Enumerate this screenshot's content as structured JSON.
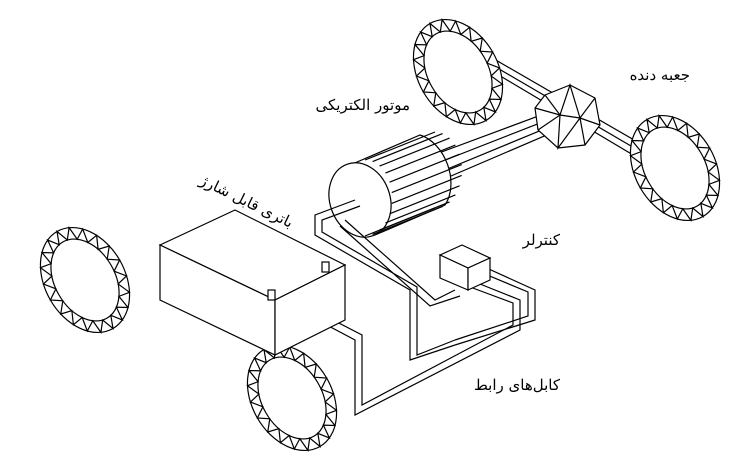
{
  "diagram": {
    "title": "Electric vehicle drivetrain",
    "labels": {
      "gearbox": "جعبه دنده",
      "electric_motor": "موتور الکتریکی",
      "controller": "کنترلر",
      "battery": "باتری قابل شارژ",
      "cables": "کابل‌های رابط"
    },
    "colors": {
      "stroke": "#000000",
      "background": "#ffffff"
    }
  }
}
